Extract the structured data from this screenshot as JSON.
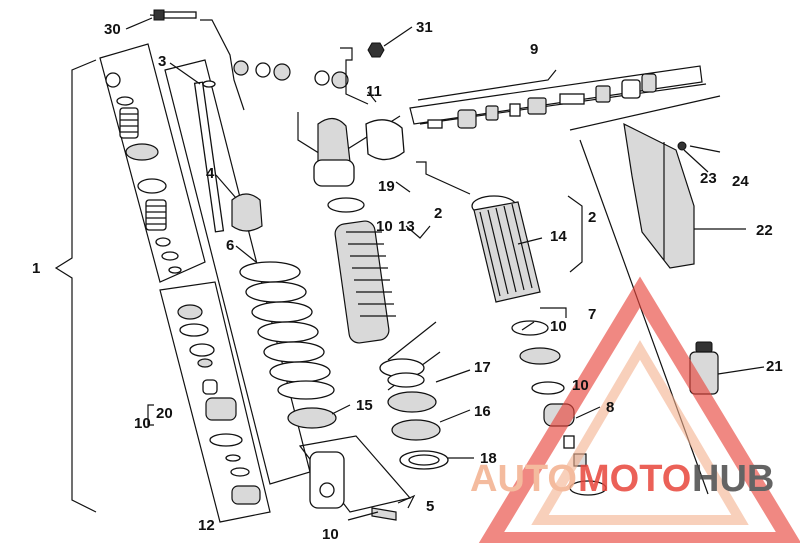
{
  "diagram": {
    "callouts": [
      {
        "id": "c1",
        "text": "1"
      },
      {
        "id": "c2a",
        "text": "2"
      },
      {
        "id": "c2b",
        "text": "2"
      },
      {
        "id": "c3",
        "text": "3"
      },
      {
        "id": "c4",
        "text": "4"
      },
      {
        "id": "c5",
        "text": "5"
      },
      {
        "id": "c6",
        "text": "6"
      },
      {
        "id": "c7",
        "text": "7"
      },
      {
        "id": "c8",
        "text": "8"
      },
      {
        "id": "c9",
        "text": "9"
      },
      {
        "id": "c10a",
        "text": "10"
      },
      {
        "id": "c10b",
        "text": "10"
      },
      {
        "id": "c10c",
        "text": "10"
      },
      {
        "id": "c10d",
        "text": "10"
      },
      {
        "id": "c10e",
        "text": "10"
      },
      {
        "id": "c11",
        "text": "11"
      },
      {
        "id": "c12",
        "text": "12"
      },
      {
        "id": "c13",
        "text": "13"
      },
      {
        "id": "c14",
        "text": "14"
      },
      {
        "id": "c15",
        "text": "15"
      },
      {
        "id": "c16",
        "text": "16"
      },
      {
        "id": "c17",
        "text": "17"
      },
      {
        "id": "c18",
        "text": "18"
      },
      {
        "id": "c19",
        "text": "19"
      },
      {
        "id": "c20",
        "text": "20"
      },
      {
        "id": "c21",
        "text": "21"
      },
      {
        "id": "c22",
        "text": "22"
      },
      {
        "id": "c23",
        "text": "23"
      },
      {
        "id": "c24",
        "text": "24"
      },
      {
        "id": "c30",
        "text": "30"
      },
      {
        "id": "c31",
        "text": "31"
      }
    ],
    "watermark": {
      "text_a": "AUTO",
      "text_b": "MOTO",
      "text_c": "HUB",
      "color_primary": "#e8463c",
      "color_secondary": "#f3b08e",
      "color_dark": "#4a4a4a"
    }
  }
}
